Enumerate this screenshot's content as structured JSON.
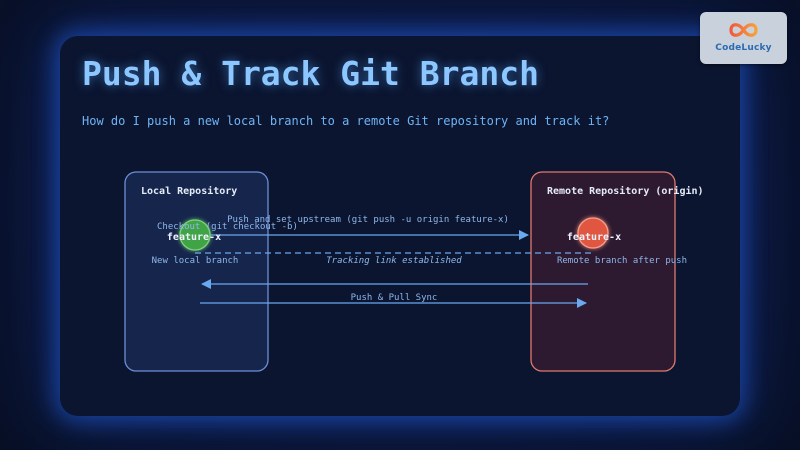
{
  "header": {
    "title": "Push & Track Git Branch",
    "subtitle": "How do I push a new local branch to a remote Git repository and track it?"
  },
  "logo": {
    "text": "CodeLucky"
  },
  "diagram": {
    "local_repo": {
      "label": "Local Repository",
      "branch_name": "feature-x",
      "branch_caption": "New local branch",
      "checkout_label": "Checkout (git checkout -b)"
    },
    "remote_repo": {
      "label": "Remote Repository (origin)",
      "branch_name": "feature-x",
      "branch_caption": "Remote branch after push"
    },
    "edges": {
      "push_label": "Push and set upstream (git push -u origin feature-x)",
      "tracking_label": "Tracking link established",
      "sync_label": "Push & Pull Sync"
    },
    "colors": {
      "local_box": "#6d8fd6",
      "remote_box": "#e07a6c",
      "local_node": "#3fa447",
      "remote_node": "#e0573f",
      "arrow": "#6aa8f0"
    }
  }
}
